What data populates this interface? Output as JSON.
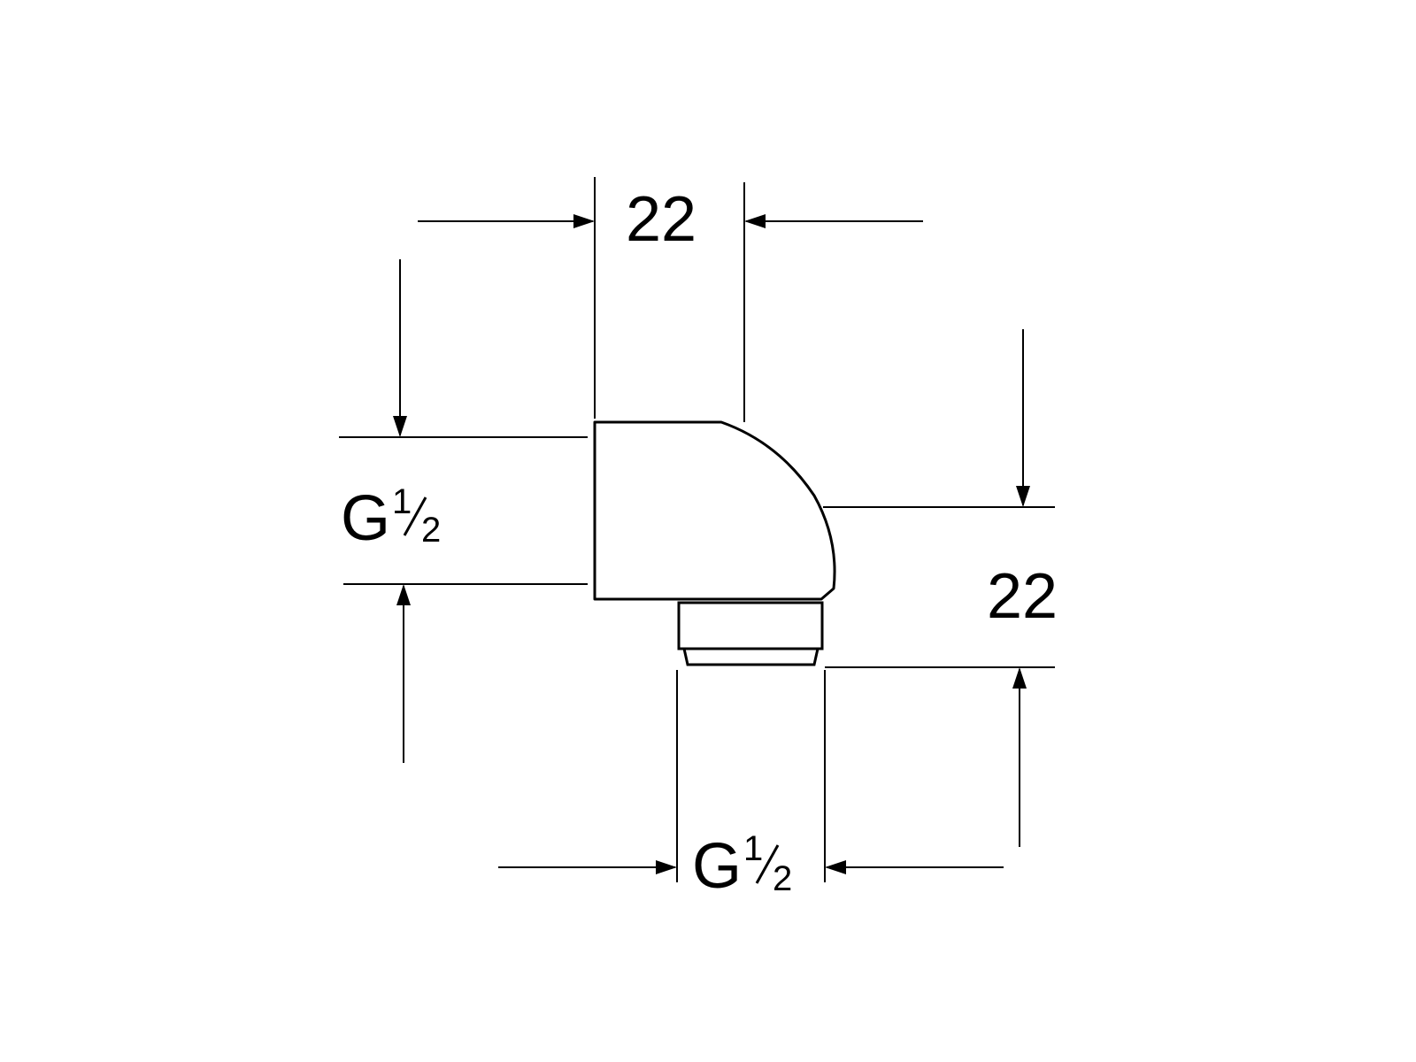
{
  "drawing": {
    "dimensions": {
      "top_width": "22",
      "right_height": "22",
      "left_thread_prefix": "G",
      "left_thread_fraction_num": "1",
      "left_thread_fraction_den": "2",
      "bottom_thread_prefix": "G",
      "bottom_thread_fraction_num": "1",
      "bottom_thread_fraction_den": "2"
    },
    "colors": {
      "line": "#000000",
      "background": "#ffffff"
    }
  }
}
